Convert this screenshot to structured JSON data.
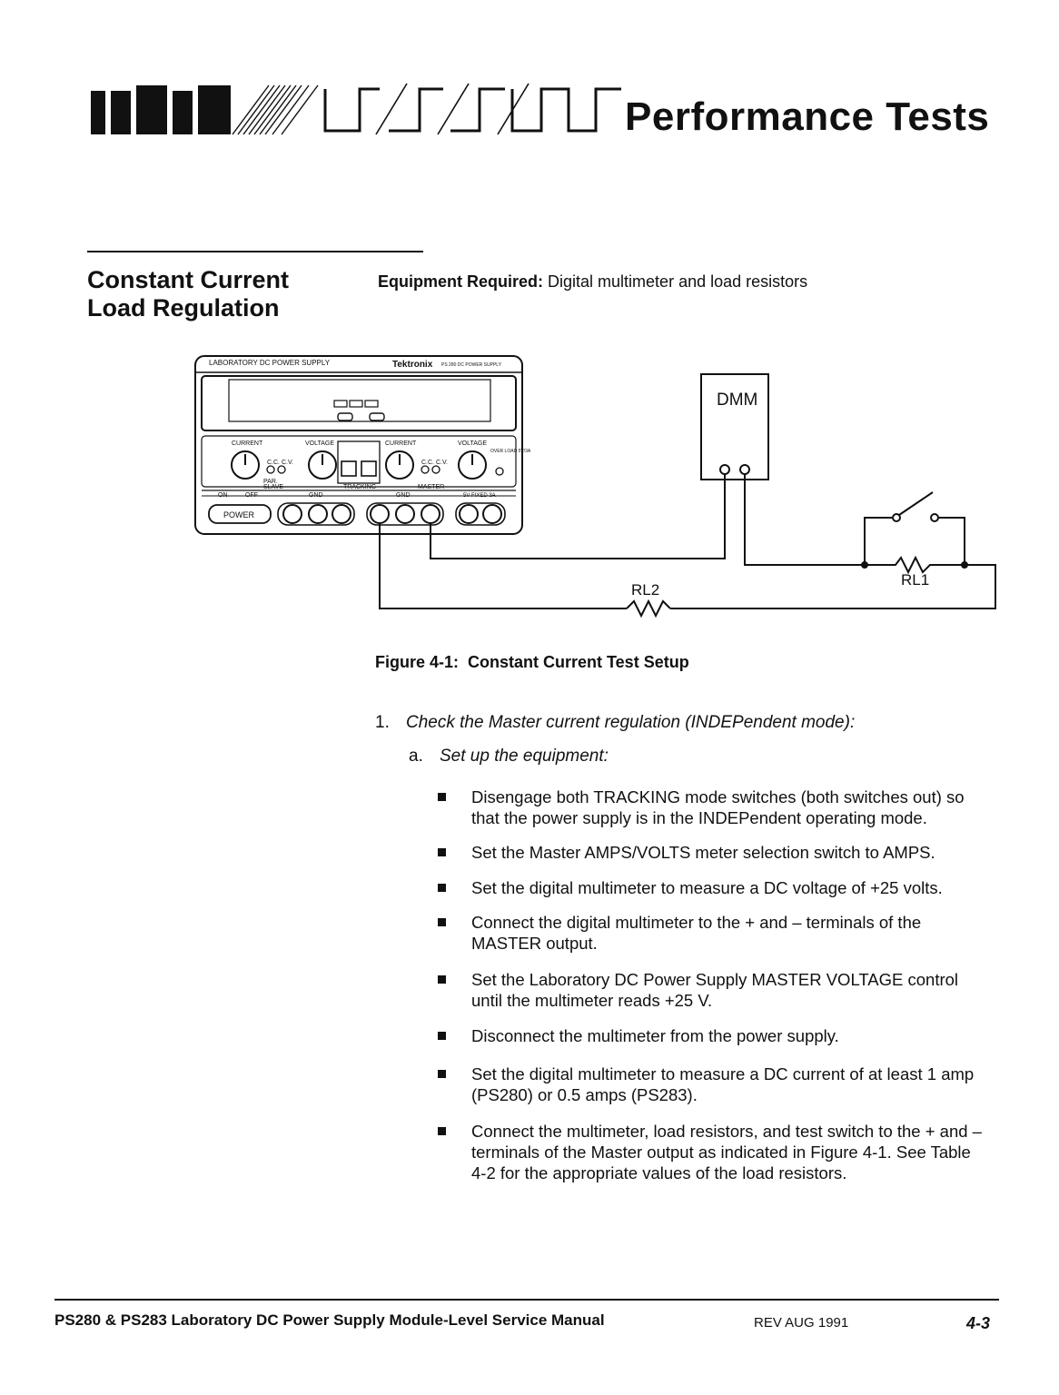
{
  "header": {
    "title": "Performance Tests"
  },
  "section": {
    "title_line1": "Constant Current",
    "title_line2": "Load Regulation"
  },
  "equipment": {
    "label": "Equipment Required:",
    "text": "Digital multimeter and load resistors"
  },
  "diagram": {
    "panel_title": "LABORATORY DC POWER SUPPLY",
    "brand": "Tektronix",
    "model": "PS 280 DC POWER SUPPLY",
    "slave_current": "CURRENT",
    "slave_voltage": "VOLTAGE",
    "master_current": "CURRENT",
    "master_voltage": "VOLTAGE",
    "cc": "C.C.",
    "cv": "C.V.",
    "par": "PAR.",
    "slave": "SLAVE",
    "tracking": "TRACKING",
    "master": "MASTER",
    "overload": "OVER LOAD 5V/3A",
    "on": "ON",
    "off": "OFF",
    "gnd": "GND",
    "fixed": "5V FIXED 3A",
    "power": "POWER",
    "dmm": "DMM",
    "rl1": "RL1",
    "rl2": "RL2"
  },
  "figure": {
    "number": "Figure 4-1:",
    "title": "Constant Current Test Setup"
  },
  "steps": {
    "step1_num": "1.",
    "step1_text": "Check the Master current regulation (INDEPendent mode):",
    "stepa_num": "a.",
    "stepa_text": "Set up the equipment:"
  },
  "bullets": [
    "Disengage both TRACKING mode switches (both switches out) so that the power supply is in the INDEPendent operating mode.",
    "Set the Master AMPS/VOLTS meter selection switch to AMPS.",
    "Set the digital multimeter to measure a DC voltage of +25 volts.",
    "Connect the digital multimeter to the + and – terminals of the MASTER output.",
    "Set the Laboratory DC Power Supply MASTER VOLTAGE control until the multimeter reads +25 V.",
    "Disconnect the multimeter from the power supply.",
    "Set the digital multimeter to measure a DC current of at least 1 amp (PS280) or 0.5 amps (PS283).",
    "Connect the multimeter, load resistors, and test switch to the + and – terminals of the Master output as indicated in Figure 4-1. See Table 4-2 for the appropriate values of the load resistors."
  ],
  "footer": {
    "manual": "PS280 & PS283 Laboratory DC Power Supply Module-Level Service Manual",
    "rev": "REV AUG 1991",
    "page": "4-3"
  }
}
